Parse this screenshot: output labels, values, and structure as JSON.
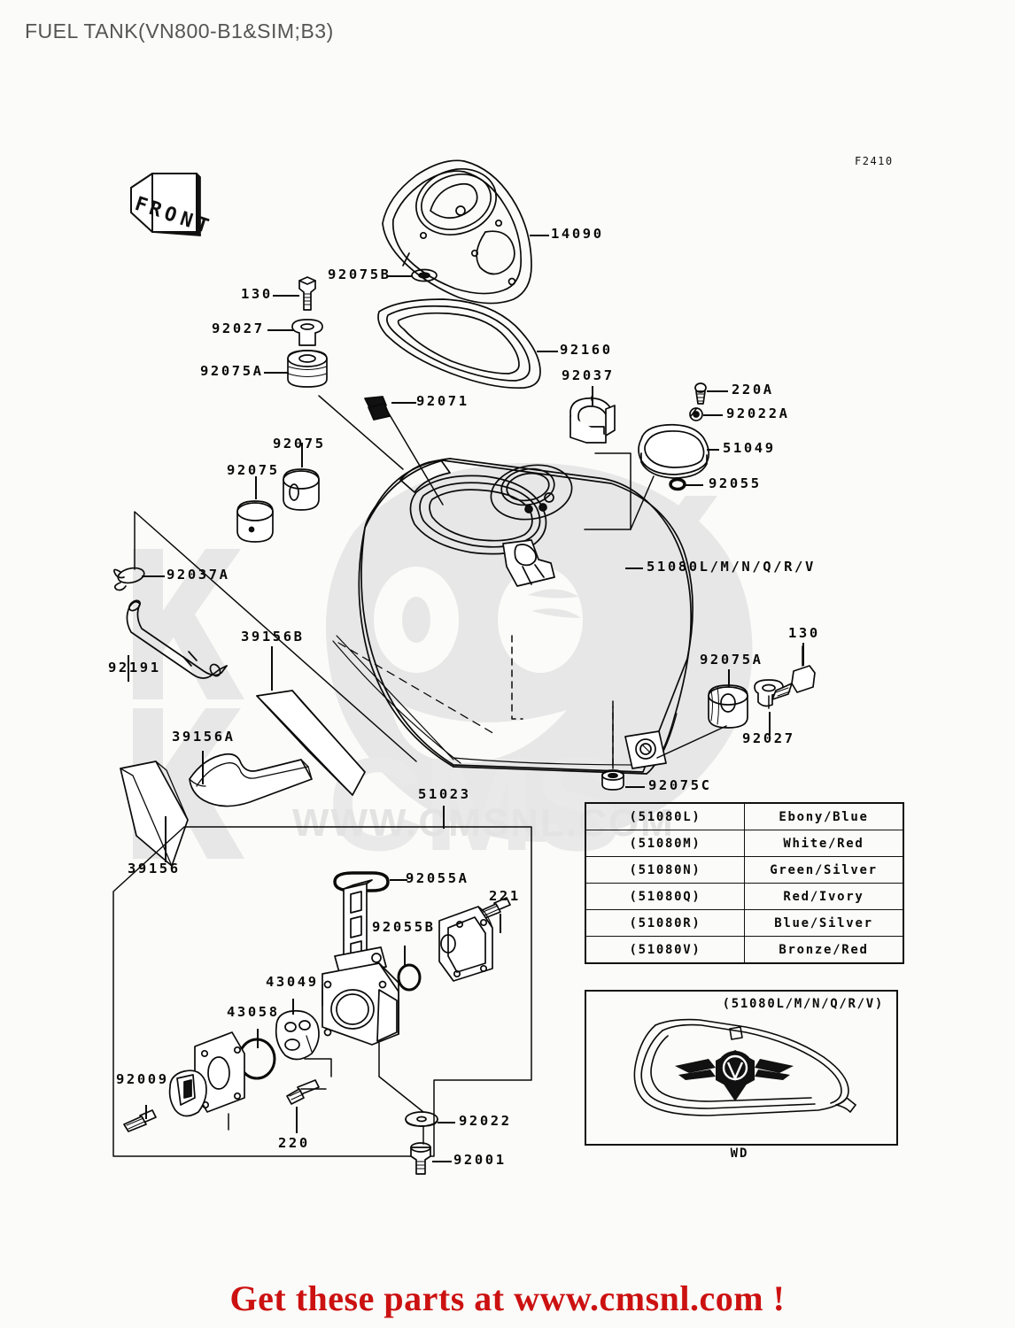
{
  "page": {
    "title": "FUEL TANK(VN800-B1&SIM;B3)",
    "sheet_code": "F2410",
    "front_badge": "FRONT",
    "footer": "Get these parts at www.cmsnl.com !",
    "watermark": "WWW.CMSNL.COM"
  },
  "callouts": {
    "c_14090": "14090",
    "c_92075B": "92075B",
    "c_130_top": "130",
    "c_92027_top": "92027",
    "c_92075A_top": "92075A",
    "c_92160": "92160",
    "c_92037": "92037",
    "c_220A": "220A",
    "c_92022A": "92022A",
    "c_51049": "51049",
    "c_92055": "92055",
    "c_92071": "92071",
    "c_92075_a": "92075",
    "c_92075_b": "92075",
    "c_92037A": "92037A",
    "c_92191": "92191",
    "c_39156B": "39156B",
    "c_39156A": "39156A",
    "c_39156": "39156",
    "c_51080_main": "51080L/M/N/Q/R/V",
    "c_92075A_right": "92075A",
    "c_130_right": "130",
    "c_92027_right": "92027",
    "c_92075C": "92075C",
    "c_51023": "51023",
    "c_92055A": "92055A",
    "c_92055B": "92055B",
    "c_221": "221",
    "c_43049": "43049",
    "c_43058": "43058",
    "c_92009": "92009",
    "c_220": "220",
    "c_92022": "92022",
    "c_92001": "92001"
  },
  "color_table": {
    "rows": [
      {
        "code": "(51080L)",
        "color": "Ebony/Blue"
      },
      {
        "code": "(51080M)",
        "color": "White/Red"
      },
      {
        "code": "(51080N)",
        "color": "Green/Silver"
      },
      {
        "code": "(51080Q)",
        "color": "Red/Ivory"
      },
      {
        "code": "(51080R)",
        "color": "Blue/Silver"
      },
      {
        "code": "(51080V)",
        "color": "Bronze/Red"
      }
    ]
  },
  "inset": {
    "code": "(51080L/M/N/Q/R/V)",
    "caption": "WD"
  }
}
